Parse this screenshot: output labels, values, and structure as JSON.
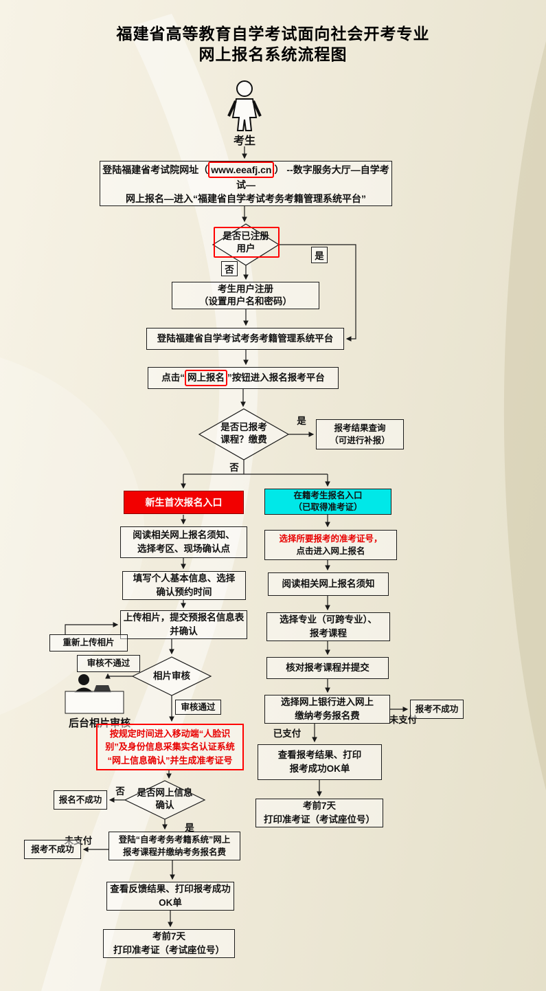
{
  "title": {
    "line1": "福建省高等教育自学考试面向社会开考专业",
    "line2": "网上报名系统流程图"
  },
  "actor": {
    "label": "考生"
  },
  "colors": {
    "annotation_red": "#ff0000",
    "highlight_text_red": "#e80000",
    "new_entry_bg": "#f20000",
    "new_entry_text": "#ffffff",
    "old_entry_bg": "#00e8e8",
    "line_color": "#1a1a1a",
    "background_cream": "#efead9"
  },
  "flow": {
    "login": {
      "pre": "登陆福建省考试院网址（",
      "url": "www.eeafj.cn",
      "post": "） --数字服务大厅—自学考试—",
      "line2": "网上报名—进入“福建省自学考试考务考籍管理系统平台”"
    },
    "d_registered": {
      "line1": "是否已注册",
      "line2": "用户"
    },
    "register": {
      "line1": "考生用户注册",
      "line2": "（设置用户名和密码）"
    },
    "login_system": {
      "line1": "登陆福建省自学考试考务考籍管理系统平台"
    },
    "click_online": {
      "pre": "点击“",
      "highlight": "网上报名",
      "post": "”按钮进入报名报考平台"
    },
    "d_enrolled": {
      "line1": "是否已报考",
      "line2": "课程？缴费"
    },
    "result_query": {
      "line1": "报考结果查询",
      "line2": "（可进行补报）"
    },
    "new_entry": {
      "line1": "新生首次报名入口"
    },
    "old_entry": {
      "line1": "在籍考生报名入口",
      "line2": "（已取得准考证）"
    },
    "left": {
      "read_notice": {
        "line1": "阅读相关网上报名须知、",
        "line2": "选择考区、现场确认点"
      },
      "fill_info": {
        "line1": "填写个人基本信息、选择",
        "line2": "确认预约时间"
      },
      "upload_photo": {
        "line1": "上传相片，提交预报名信息表",
        "line2": "并确认"
      },
      "reupload": {
        "line1": "重新上传相片"
      },
      "review_fail": {
        "line1": "审核不通过"
      },
      "d_photo_review": {
        "line1": "相片审核"
      },
      "backend_review": {
        "line1": "后台相片审核"
      },
      "review_pass": {
        "line1": "审核通过"
      },
      "face_auth": {
        "line1": "按规定时间进入移动端“人脸识",
        "line2": "别”及身份信息采集实名认证系统",
        "line3": "“网上信息确认”并生成准考证号"
      },
      "d_confirm": {
        "line1": "是否网上信息",
        "line2": "确认"
      },
      "fail_register": {
        "line1": "报名不成功"
      },
      "pay_course": {
        "line1": "登陆“自考考务考籍系统”网上",
        "line2": "报考课程并缴纳考务报名费"
      },
      "fail_apply": {
        "line1": "报考不成功"
      },
      "view_result": {
        "line1": "查看反馈结果、打印报考成功",
        "line2": "OK单"
      },
      "print_ticket": {
        "line1": "考前7天",
        "line2": "打印准考证（考试座位号）"
      }
    },
    "right": {
      "choose_ticket": {
        "line1": "选择所要报考的准考证号，",
        "line2": "点击进入网上报名"
      },
      "read_notice": {
        "line1": "阅读相关网上报名须知"
      },
      "choose_major": {
        "line1": "选择专业（可跨专业）、",
        "line2": "报考课程"
      },
      "check_submit": {
        "line1": "核对报考课程并提交"
      },
      "pay_bank": {
        "line1": "选择网上银行进入网上",
        "line2": "缴纳考务报名费"
      },
      "fail_apply": {
        "line1": "报考不成功"
      },
      "view_result": {
        "line1": "查看报考结果、打印",
        "line2": "报考成功OK单"
      },
      "print_ticket": {
        "line1": "考前7天",
        "line2": "打印准考证（考试座位号）"
      }
    },
    "edges": {
      "registered_yes": "是",
      "registered_no": "否",
      "enrolled_yes": "是",
      "enrolled_no": "否",
      "confirm_no": "否",
      "confirm_yes": "是",
      "unpaid_left": "未支付",
      "unpaid_right": "未支付",
      "paid_right": "已支付"
    }
  }
}
